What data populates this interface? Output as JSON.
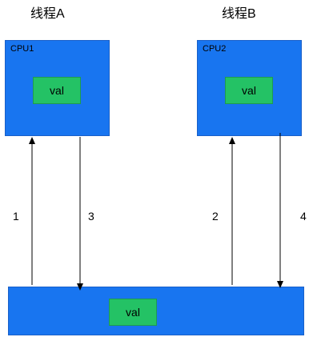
{
  "threads": {
    "a": "线程A",
    "b": "线程B"
  },
  "cpus": [
    {
      "label": "CPU1",
      "value": "val"
    },
    {
      "label": "CPU2",
      "value": "val"
    }
  ],
  "memory": {
    "value": "val"
  },
  "steps": [
    "1",
    "3",
    "2",
    "4"
  ],
  "colors": {
    "cpu_fill": "#1875f0",
    "memory_fill": "#1875f0",
    "val_fill": "#24c265",
    "arrow": "#000000"
  }
}
